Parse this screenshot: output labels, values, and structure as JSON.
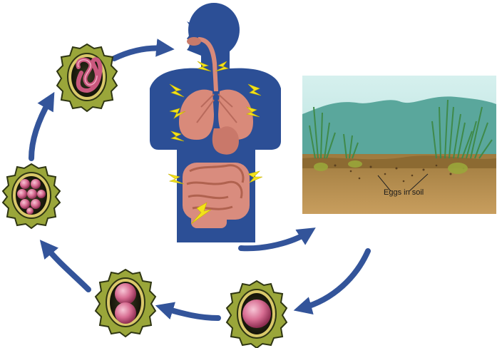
{
  "diagram": {
    "soil_label": "Eggs in soil"
  },
  "colors": {
    "body": "#2c4f96",
    "arrow": "#33549a",
    "egg_shell": "#9aa63a",
    "egg_rim": "#2e3512",
    "egg_inner_ring": "#d9c86a",
    "egg_core": "#1d1d12",
    "embryo": "#c9587e",
    "organs": "#d98a7a",
    "intestine": "#d98c7e",
    "lightning": "#f2e21a",
    "sky": "#bfe7e4",
    "hills": "#5aa79c",
    "soil": "#b88c4c",
    "grass": "#3f8a4a"
  },
  "stages": [
    {
      "id": "larva",
      "icon": "larva-egg-icon"
    },
    {
      "id": "morula",
      "icon": "morula-egg-icon"
    },
    {
      "id": "two-cell",
      "icon": "two-cell-egg-icon"
    },
    {
      "id": "single-cell",
      "icon": "single-cell-egg-icon"
    }
  ]
}
